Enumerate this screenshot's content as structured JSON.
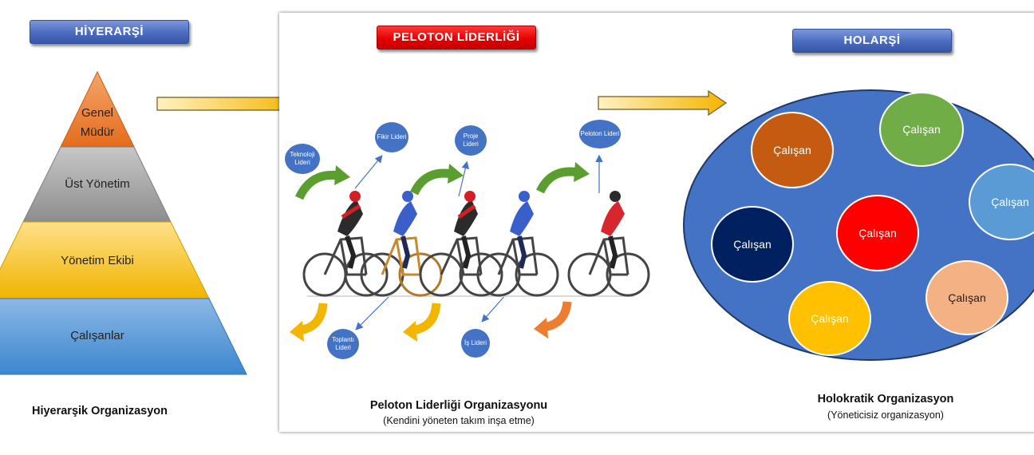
{
  "hierarchy": {
    "title": "HİYERARŞİ",
    "levels": [
      "Genel Müdür",
      "Üst Yönetim",
      "Yönetim Ekibi",
      "Çalışanlar"
    ],
    "caption": "Hiyerarşik Organizasyon"
  },
  "peloton": {
    "title": "PELOTON LİDERLİĞİ",
    "bubbles": {
      "tech": "Teknoloji Lideri",
      "idea": "Fikir Lideri",
      "project": "Proje Lideri",
      "peloton": "Peloton Lideri",
      "meeting": "Toplantı Lideri",
      "work": "İş Lideri"
    },
    "caption": "Peloton Liderliği Organizasyonu",
    "subcaption": "(Kendini yöneten takım inşa etme)"
  },
  "holacracy": {
    "title": "HOLARŞİ",
    "employee_label": "Çalışan",
    "caption": "Holokratik Organizasyon",
    "subcaption": "(Yöneticisiz organizasyon)"
  },
  "colors": {
    "pyramid_top": "#ed7d31",
    "pyramid_2": "#a5a5a5",
    "pyramid_3": "#ffc000",
    "pyramid_4": "#5b9bd5",
    "accent_blue": "#4472c4",
    "red": "#ff0000"
  }
}
